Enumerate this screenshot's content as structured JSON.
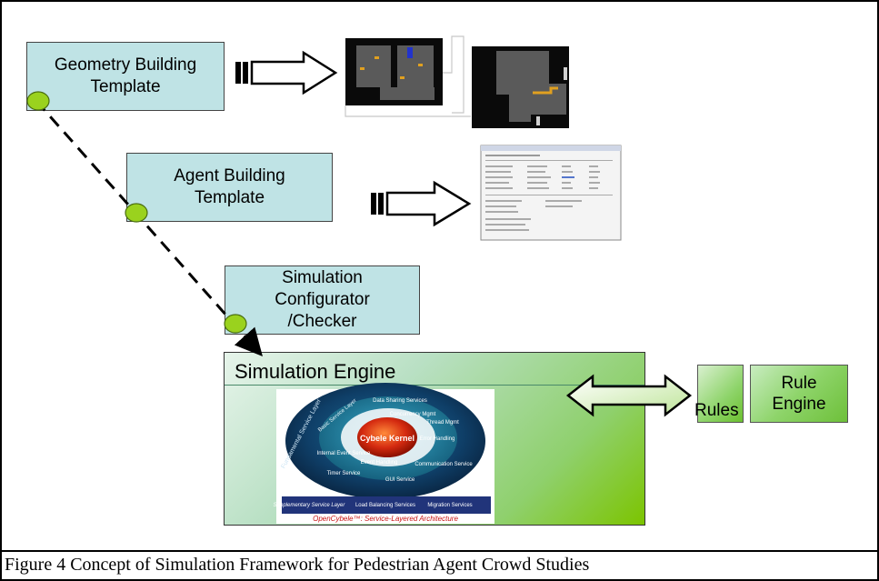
{
  "boxes": {
    "geometry": "Geometry Building\nTemplate",
    "agent": "Agent Building\nTemplate",
    "configurator": "Simulation\nConfigurator\n/Checker",
    "engine_title": "Simulation Engine",
    "rules": "Rules",
    "rule_engine": "Rule\nEngine"
  },
  "architecture": {
    "layer_fundamental": "Fundamental Service Layer",
    "layer_basic": "Basic Service Layer",
    "kernel": "Cybele Kernel",
    "services": [
      "Data Sharing Services",
      "Concurrency Mgmt",
      "Thread Mgmt",
      "Error Handling",
      "Communication Service",
      "GUI Service",
      "Event Handling",
      "Internal Event Service",
      "Timer Service"
    ],
    "layer_supplementary": "Supplementary Service Layer",
    "load_balancing": "Load Balancing Services",
    "migration": "Migration Services",
    "footer": "OpenCybele™: Service-Layered Architecture"
  },
  "caption": "Figure 4  Concept of Simulation Framework for Pedestrian Agent Crowd Studies"
}
